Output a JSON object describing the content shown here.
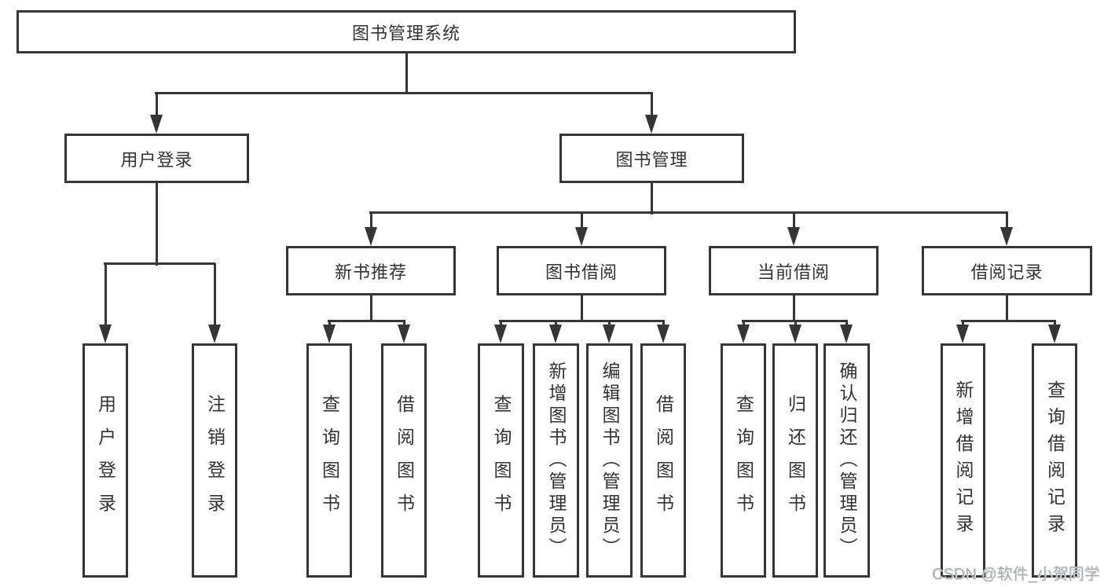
{
  "tree": {
    "label": "图书管理系统",
    "children": [
      {
        "label": "用户登录",
        "children": [
          {
            "label": "用户登录"
          },
          {
            "label": "注销登录"
          }
        ]
      },
      {
        "label": "图书管理",
        "children": [
          {
            "label": "新书推荐",
            "children": [
              {
                "label": "查询图书"
              },
              {
                "label": "借阅图书"
              }
            ]
          },
          {
            "label": "图书借阅",
            "children": [
              {
                "label": "查询图书"
              },
              {
                "label": "新增图书（管理员）"
              },
              {
                "label": "编辑图书（管理员）"
              },
              {
                "label": "借阅图书"
              }
            ]
          },
          {
            "label": "当前借阅",
            "children": [
              {
                "label": "查询图书"
              },
              {
                "label": "归还图书"
              },
              {
                "label": "确认归还（管理员）"
              }
            ]
          },
          {
            "label": "借阅记录",
            "children": [
              {
                "label": "新增借阅记录"
              },
              {
                "label": "查询借阅记录"
              }
            ]
          }
        ]
      }
    ]
  },
  "watermark": {
    "text": "CSDN @软件_小贺同学"
  },
  "colors": {
    "line": "#363636",
    "text": "#333333",
    "watermark": "#abafb4",
    "background": "#ffffff"
  }
}
